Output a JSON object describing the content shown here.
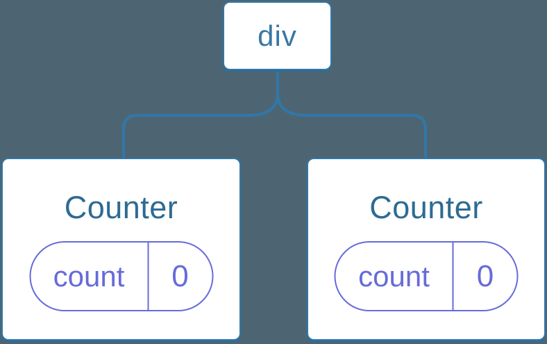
{
  "colors": {
    "background": "#4D6573",
    "connector_blue": "#3177A9",
    "card_background": "#FFFFFF",
    "root_label_color": "#3A77A5",
    "component_title_color": "#2D6B92",
    "state_purple": "#666BDA"
  },
  "tree": {
    "root": {
      "label": "div"
    },
    "children": [
      {
        "title": "Counter",
        "state_key": "count",
        "state_value": "0"
      },
      {
        "title": "Counter",
        "state_key": "count",
        "state_value": "0"
      }
    ]
  }
}
